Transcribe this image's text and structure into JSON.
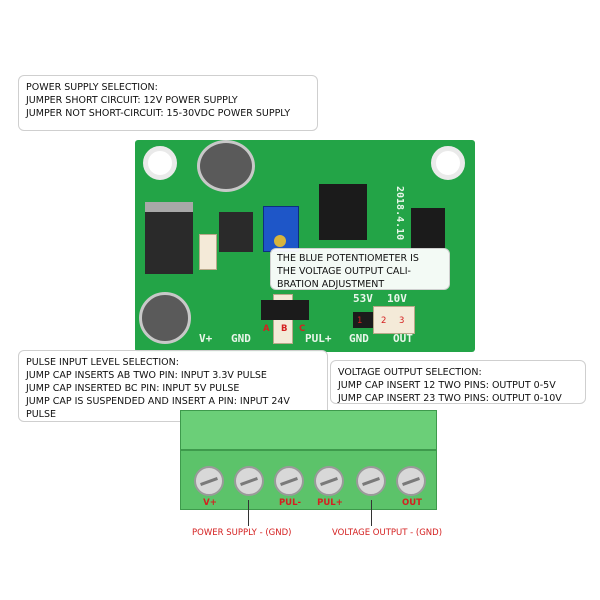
{
  "callouts": {
    "power": [
      "POWER SUPPLY SELECTION:",
      "JUMPER SHORT CIRCUIT: 12V POWER SUPPLY",
      "JUMPER NOT SHORT-CIRCUIT: 15-30VDC POWER SUPPLY"
    ],
    "potentiometer": [
      "THE BLUE POTENTIOMETER IS",
      "THE VOLTAGE OUTPUT CALI-",
      "BRATION ADJUSTMENT"
    ],
    "pulse": [
      "PULSE INPUT LEVEL SELECTION:",
      "JUMP CAP INSERTS AB TWO PIN: INPUT 3.3V PULSE",
      "JUMP CAP INSERTED BC PIN: INPUT 5V PULSE",
      "JUMP CAP IS SUSPENDED AND INSERT A PIN: INPUT 24V PULSE"
    ],
    "voltage": [
      "VOLTAGE OUTPUT SELECTION:",
      "JUMP CAP INSERT 12 TWO PINS: OUTPUT 0-5V",
      "JUMP CAP INSERT 23 TWO PINS: OUTPUT 0-10V"
    ]
  },
  "board": {
    "pin_labels": {
      "a": "A",
      "b": "B",
      "c": "C",
      "one": "1",
      "two": "2",
      "three": "3"
    },
    "silkscreen": {
      "vplus": "V+",
      "gnd1": "GND",
      "pul": "PUL+",
      "gnd2": "GND",
      "out": "OUT",
      "v53": "53V",
      "v10": "10V",
      "date": "2018.4.10"
    }
  },
  "terminals": [
    "V+",
    "",
    "PUL-",
    "PUL+",
    "",
    "OUT"
  ],
  "bottom_labels": {
    "power_supply": "POWER SUPPLY -  (GND)",
    "voltage_output": "VOLTAGE OUTPUT -  (GND)"
  },
  "colors": {
    "pcb": "#23a447",
    "terminal": "#5cc36a",
    "label_red": "#d42020"
  }
}
